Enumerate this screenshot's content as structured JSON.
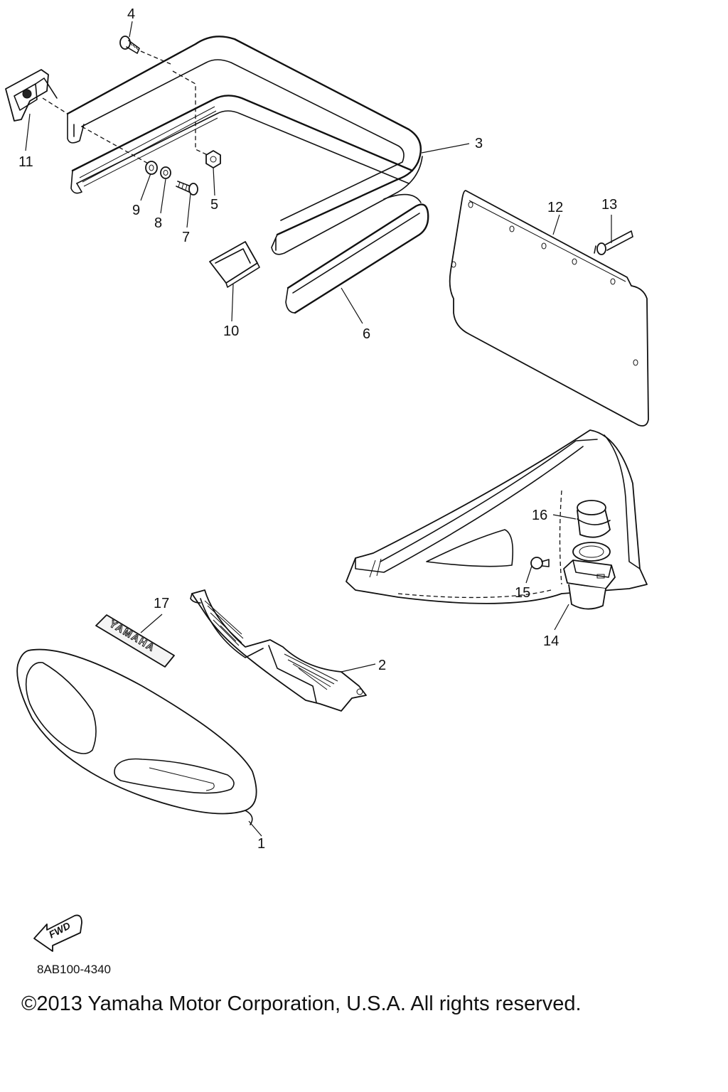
{
  "callouts": [
    "1",
    "2",
    "3",
    "4",
    "5",
    "6",
    "7",
    "8",
    "9",
    "10",
    "11",
    "12",
    "13",
    "14",
    "15",
    "16",
    "17"
  ],
  "decal_text": "YAMAHA",
  "fwd_label": "FWD",
  "diagram_ref": "8AB100-4340",
  "copyright": "©2013 Yamaha Motor Corporation, U.S.A. All rights reserved."
}
